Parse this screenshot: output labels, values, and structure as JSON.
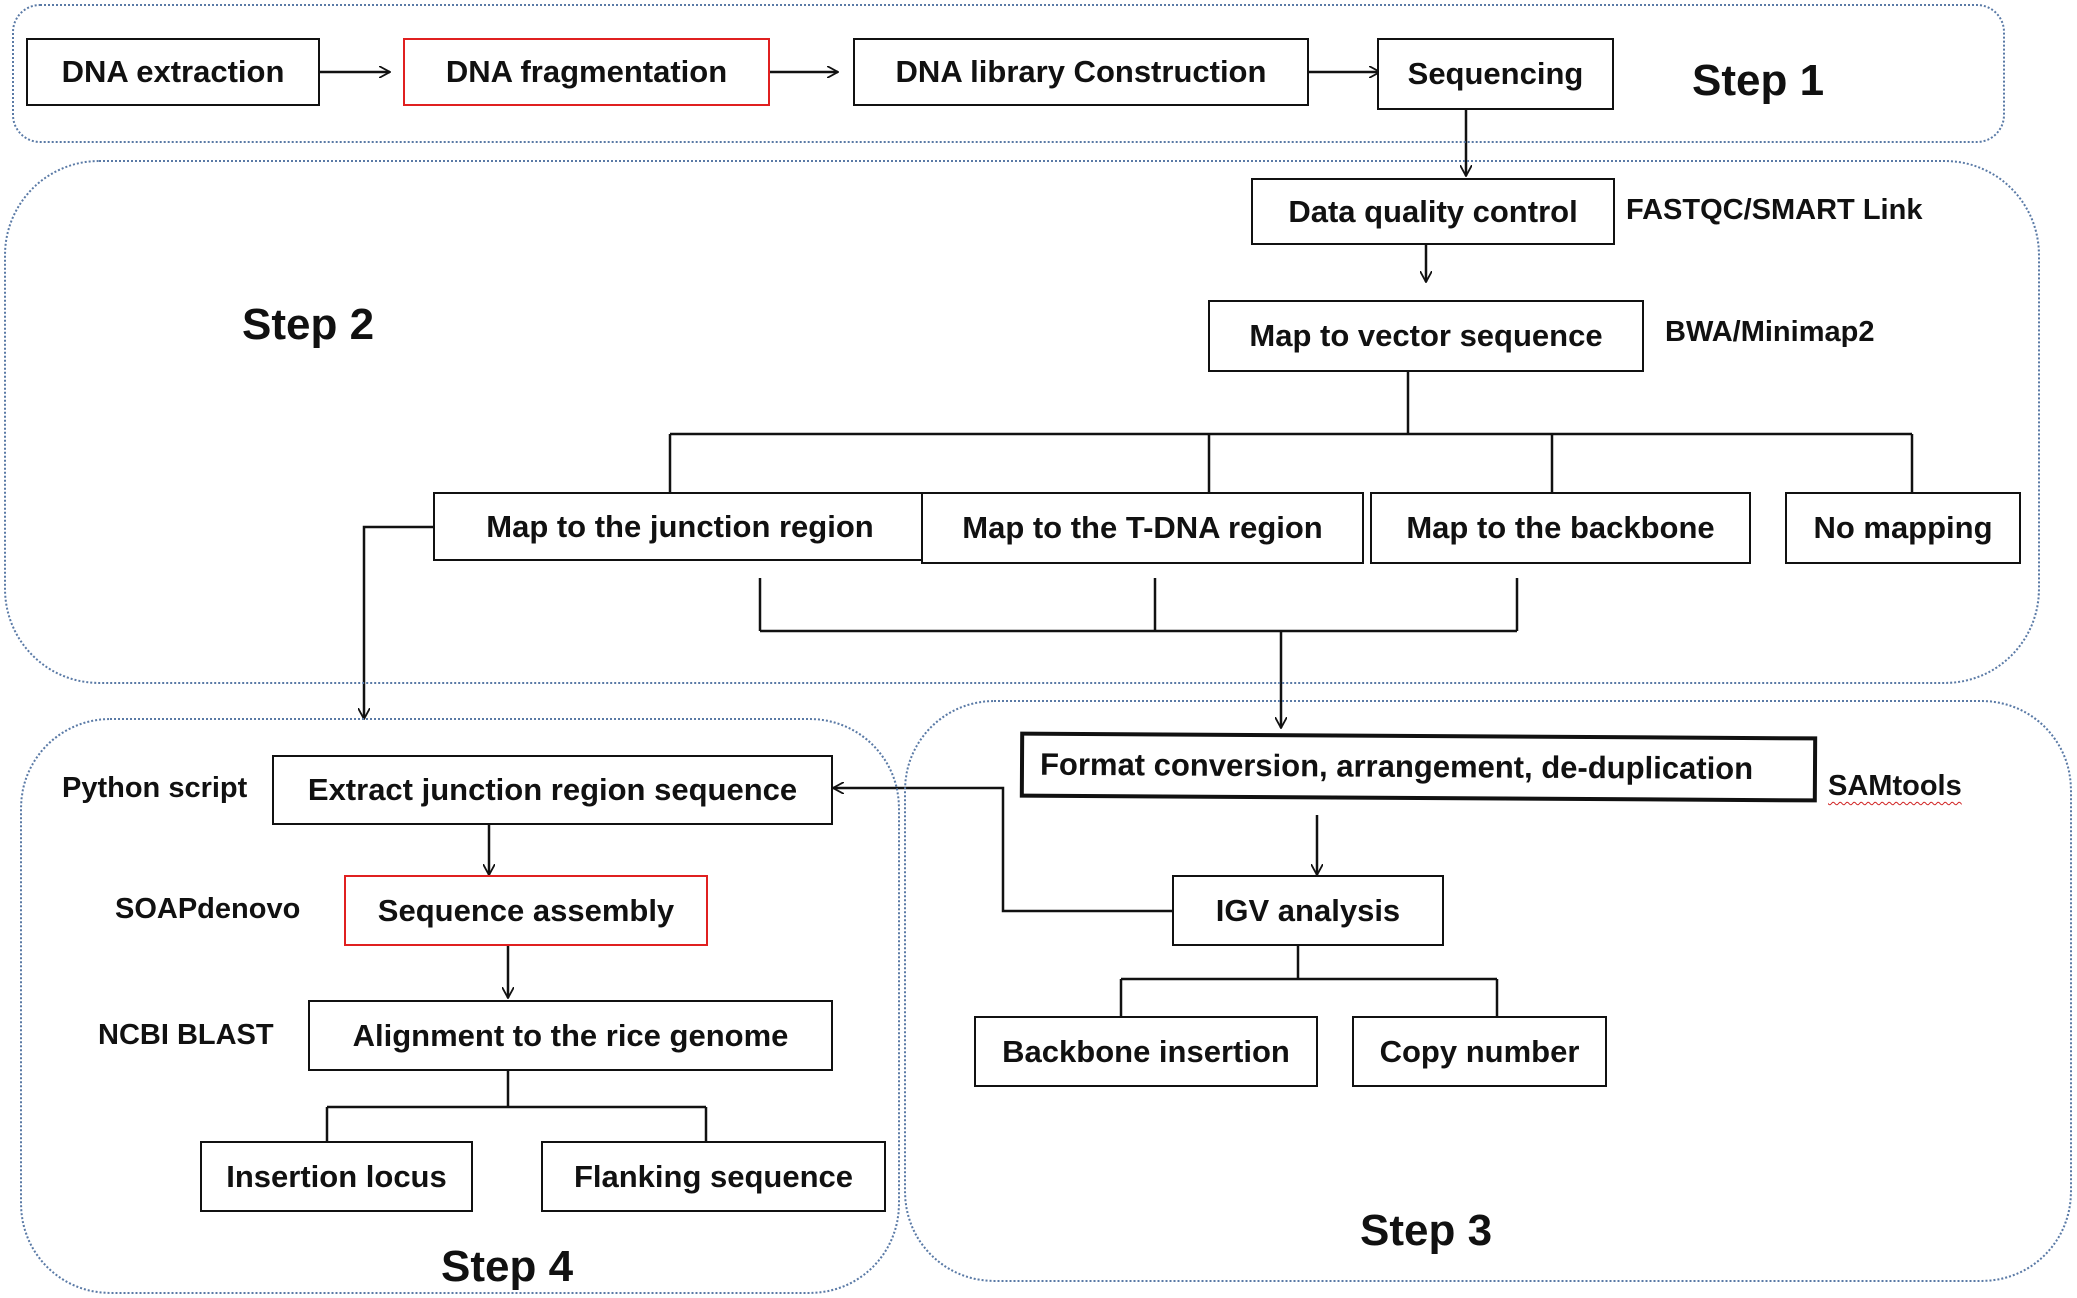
{
  "steps": {
    "step1": "Step 1",
    "step2": "Step 2",
    "step3": "Step 3",
    "step4": "Step 4"
  },
  "nodes": {
    "dna_extraction": "DNA extraction",
    "dna_fragmentation": "DNA fragmentation",
    "dna_library": "DNA library Construction",
    "sequencing": "Sequencing",
    "data_qc": "Data quality control",
    "map_vector": "Map to vector sequence",
    "map_junction": "Map to the junction region",
    "map_tdna": "Map to the T-DNA region",
    "map_backbone": "Map to the backbone",
    "no_mapping": "No mapping",
    "format_conversion": "Format conversion, arrangement, de-duplication",
    "igv": "IGV analysis",
    "backbone_insertion": "Backbone insertion",
    "copy_number": "Copy number",
    "extract_junction": "Extract junction region sequence",
    "seq_assembly": "Sequence assembly",
    "alignment": "Alignment to the rice genome",
    "insertion_locus": "Insertion locus",
    "flanking_sequence": "Flanking sequence"
  },
  "tools": {
    "fastqc": "FASTQC/SMART  Link",
    "bwa": "BWA/Minimap2",
    "samtools": "SAMtools",
    "python": "Python script",
    "soapdenovo": "SOAPdenovo",
    "ncbi_blast": "NCBI BLAST"
  },
  "colors": {
    "highlight_border": "#e02020",
    "region_border": "#5a7aa6"
  }
}
